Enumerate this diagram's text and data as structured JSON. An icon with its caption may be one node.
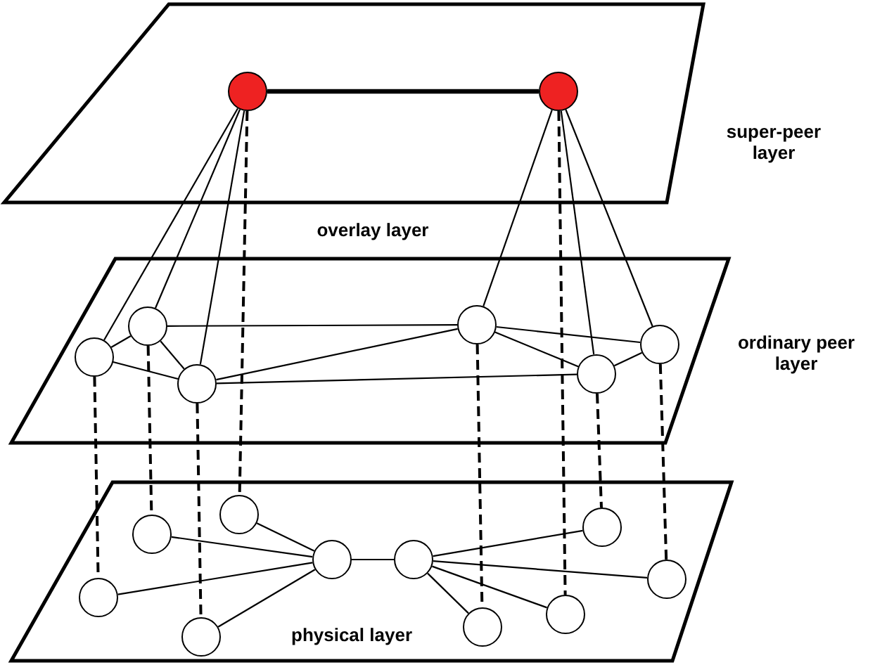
{
  "diagram": {
    "nodes": [
      {
        "text": [
          "super-peer layer"
        ]
      },
      {
        "text": [],
        "shape": "circle",
        "in": 0
      },
      {
        "text": [],
        "shape": "circle",
        "in": 0
      },
      {
        "text": [
          "ordinary peer layer"
        ]
      },
      {
        "text": [],
        "shape": "circle",
        "in": 3
      },
      {
        "text": [],
        "shape": "circle",
        "in": 3
      },
      {
        "text": [],
        "shape": "circle",
        "in": 3
      },
      {
        "text": [],
        "shape": "circle",
        "in": 3
      },
      {
        "text": [],
        "shape": "circle",
        "in": 3
      },
      {
        "text": [],
        "shape": "circle",
        "in": 3
      },
      {
        "text": [
          "physical layer"
        ]
      },
      {
        "text": [],
        "shape": "circle",
        "in": 10
      },
      {
        "text": [],
        "shape": "circle",
        "in": 10
      },
      {
        "text": [],
        "shape": "circle",
        "in": 10
      },
      {
        "text": [],
        "shape": "circle",
        "in": 10
      },
      {
        "text": [],
        "shape": "circle",
        "in": 10
      },
      {
        "text": [],
        "shape": "circle",
        "in": 10
      },
      {
        "text": [],
        "shape": "circle",
        "in": 10
      },
      {
        "text": [],
        "shape": "circle",
        "in": 10
      },
      {
        "text": [],
        "shape": "circle",
        "in": 10
      },
      {
        "text": [],
        "shape": "circle",
        "in": 10
      }
    ],
    "edges": [
      {
        "from": 1,
        "to": 2,
        "arrow": "none",
        "style": "thick"
      },
      {
        "from": 1,
        "to": 4,
        "arrow": "none"
      },
      {
        "from": 1,
        "to": 5,
        "arrow": "none"
      },
      {
        "from": 1,
        "to": 6,
        "arrow": "none"
      },
      {
        "from": 2,
        "to": 7,
        "arrow": "none"
      },
      {
        "from": 2,
        "to": 8,
        "arrow": "none"
      },
      {
        "from": 2,
        "to": 9,
        "arrow": "none"
      },
      {
        "from": 1,
        "to": 14,
        "arrow": "none",
        "style": "dashed"
      },
      {
        "from": 2,
        "to": 18,
        "arrow": "none",
        "style": "dashed"
      },
      {
        "from": 4,
        "to": 5,
        "arrow": "none"
      },
      {
        "from": 4,
        "to": 6,
        "arrow": "none"
      },
      {
        "from": 5,
        "to": 6,
        "arrow": "none"
      },
      {
        "from": 5,
        "to": 7,
        "arrow": "none"
      },
      {
        "from": 6,
        "to": 7,
        "arrow": "none"
      },
      {
        "from": 6,
        "to": 8,
        "arrow": "none"
      },
      {
        "from": 7,
        "to": 8,
        "arrow": "none"
      },
      {
        "from": 7,
        "to": 9,
        "arrow": "none"
      },
      {
        "from": 8,
        "to": 9,
        "arrow": "none"
      },
      {
        "from": 4,
        "to": 11,
        "arrow": "none",
        "style": "dashed"
      },
      {
        "from": 5,
        "to": 12,
        "arrow": "none",
        "style": "dashed"
      },
      {
        "from": 6,
        "to": 13,
        "arrow": "none",
        "style": "dashed"
      },
      {
        "from": 7,
        "to": 17,
        "arrow": "none",
        "style": "dashed"
      },
      {
        "from": 8,
        "to": 19,
        "arrow": "none",
        "style": "dashed"
      },
      {
        "from": 9,
        "to": 20,
        "arrow": "none",
        "style": "dashed"
      },
      {
        "from": 15,
        "to": 11,
        "arrow": "none"
      },
      {
        "from": 15,
        "to": 12,
        "arrow": "none"
      },
      {
        "from": 15,
        "to": 13,
        "arrow": "none"
      },
      {
        "from": 15,
        "to": 14,
        "arrow": "none"
      },
      {
        "from": 15,
        "to": 16,
        "arrow": "none"
      },
      {
        "from": 16,
        "to": 17,
        "arrow": "none"
      },
      {
        "from": 16,
        "to": 18,
        "arrow": "none"
      },
      {
        "from": 16,
        "to": 19,
        "arrow": "none"
      },
      {
        "from": 16,
        "to": 20,
        "arrow": "none"
      }
    ],
    "labels": [
      "overlay layer"
    ]
  }
}
